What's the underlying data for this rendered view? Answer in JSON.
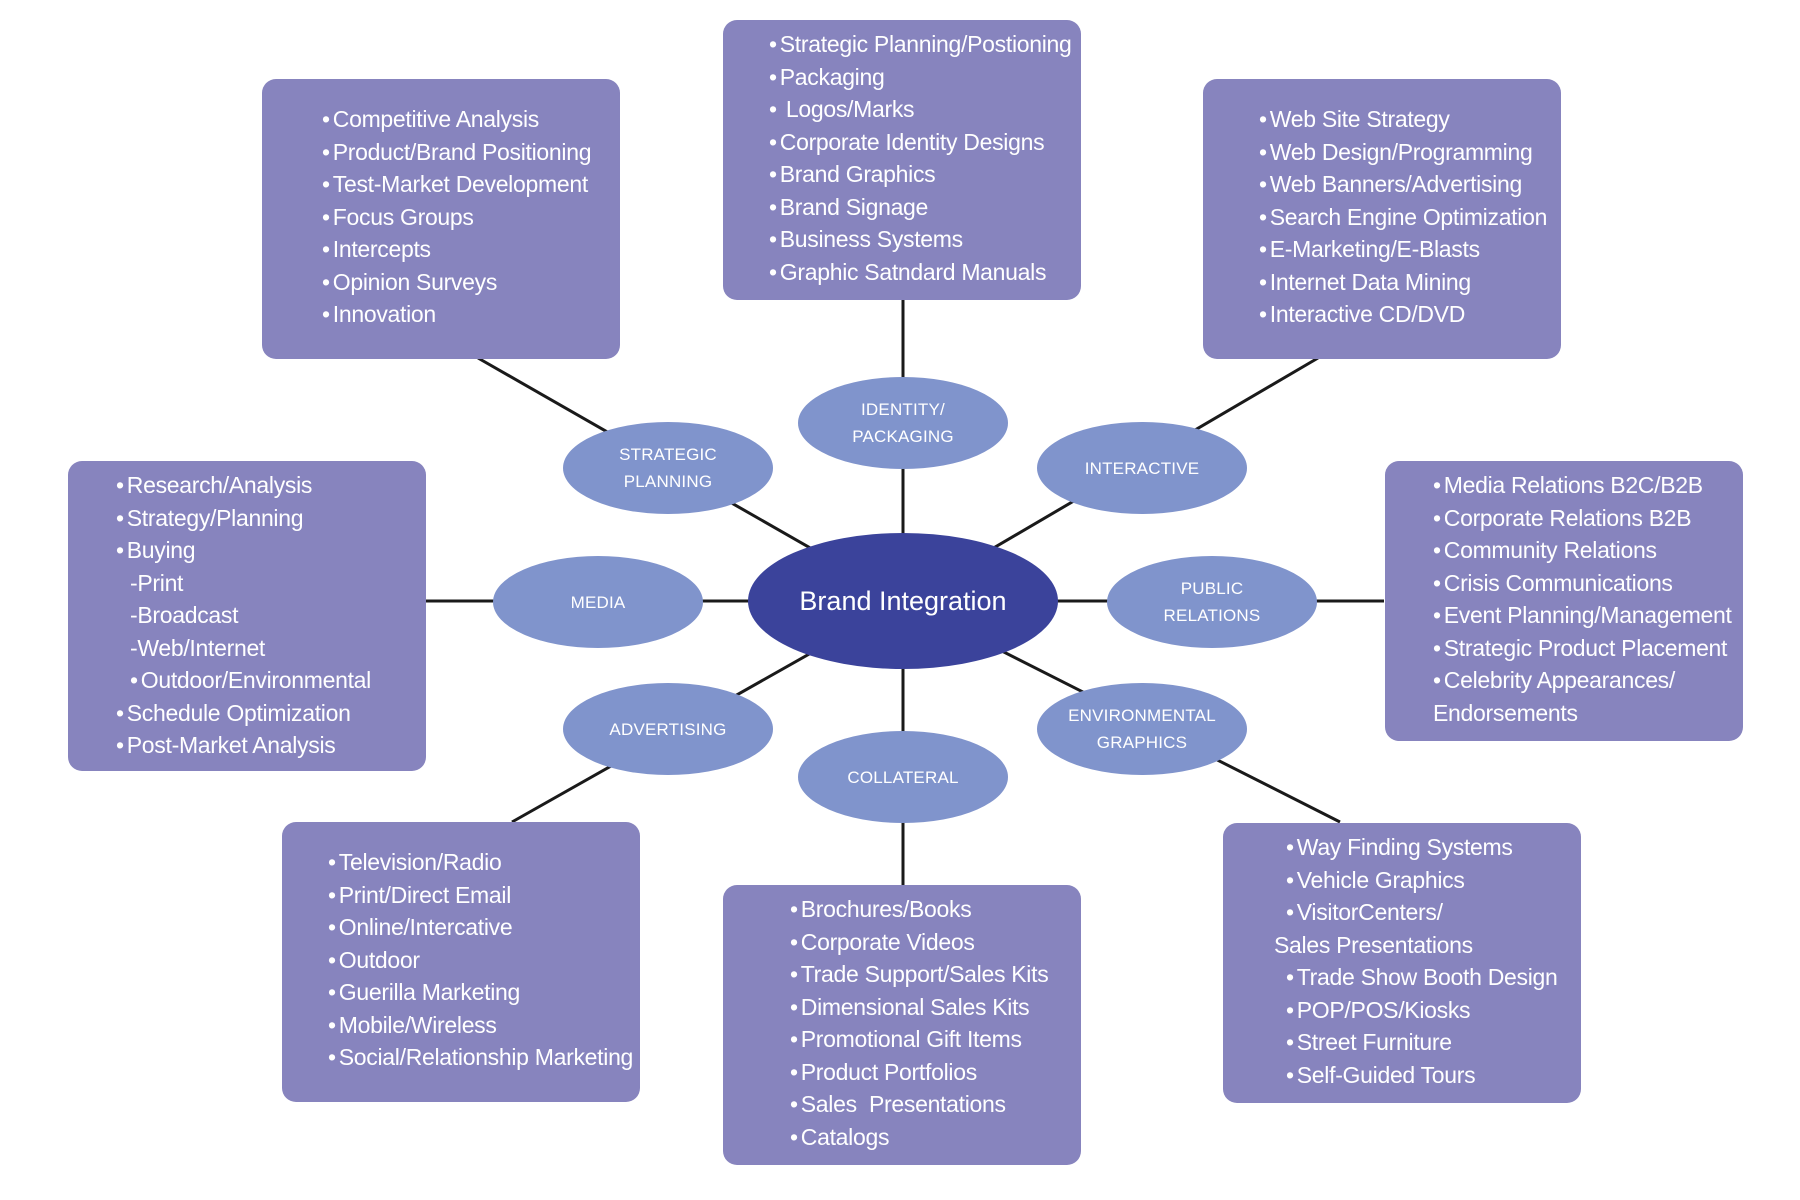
{
  "center": {
    "label": "Brand Integration"
  },
  "categories": {
    "identity": {
      "label": "IDENTITY/\nPACKAGING"
    },
    "strategic": {
      "label": "STRATEGIC\nPLANNING"
    },
    "interactive": {
      "label": "INTERACTIVE"
    },
    "media": {
      "label": "MEDIA"
    },
    "public_relations": {
      "label": "PUBLIC\nRELATIONS"
    },
    "advertising": {
      "label": "ADVERTISING"
    },
    "collateral": {
      "label": "COLLATERAL"
    },
    "environmental": {
      "label": "ENVIRONMENTAL\nGRAPHICS"
    }
  },
  "boxes": {
    "identity": [
      "Strategic Planning/Postioning",
      "Packaging",
      " Logos/Marks",
      "Corporate Identity Designs",
      "Brand Graphics",
      "Brand Signage",
      "Business Systems",
      "Graphic Satndard Manuals"
    ],
    "strategic": [
      "Competitive Analysis",
      "Product/Brand Positioning",
      "Test-Market Development",
      "Focus Groups",
      "Intercepts",
      "Opinion Surveys",
      "Innovation"
    ],
    "interactive": [
      "Web Site Strategy",
      "Web Design/Programming",
      "Web Banners/Advertising",
      "Search Engine Optimization",
      "E-Marketing/E-Blasts",
      "Internet Data Mining",
      "Interactive CD/DVD"
    ],
    "media": [
      "Research/Analysis",
      "Strategy/Planning",
      "Buying",
      "-Print",
      "-Broadcast",
      "-Web/Internet",
      "Outdoor/Environmental",
      "Schedule Optimization",
      "Post-Market Analysis"
    ],
    "public_relations": [
      "Media Relations B2C/B2B",
      "Corporate Relations B2B",
      "Community Relations",
      "Crisis Communications",
      "Event Planning/Management",
      "Strategic Product Placement",
      "Celebrity Appearances/",
      "Endorsements"
    ],
    "advertising": [
      "Television/Radio",
      "Print/Direct Email",
      "Online/Intercative",
      "Outdoor",
      "Guerilla Marketing",
      "Mobile/Wireless",
      "Social/Relationship Marketing"
    ],
    "collateral": [
      "Brochures/Books",
      "Corporate Videos",
      "Trade Support/Sales Kits",
      "Dimensional Sales Kits",
      "Promotional Gift Items",
      "Product Portfolios",
      "Sales  Presentations",
      "Catalogs"
    ],
    "environmental": [
      "Way Finding Systems",
      "Vehicle Graphics",
      "VisitorCenters/",
      "Sales Presentations",
      "Trade Show Booth Design",
      "POP/POS/Kiosks",
      "Street Furniture",
      "Self-Guided Tours"
    ]
  },
  "colors": {
    "box": "#8784be",
    "ellipse": "#8094cc",
    "center": "#3b439b",
    "connector": "#1a1a1a"
  }
}
